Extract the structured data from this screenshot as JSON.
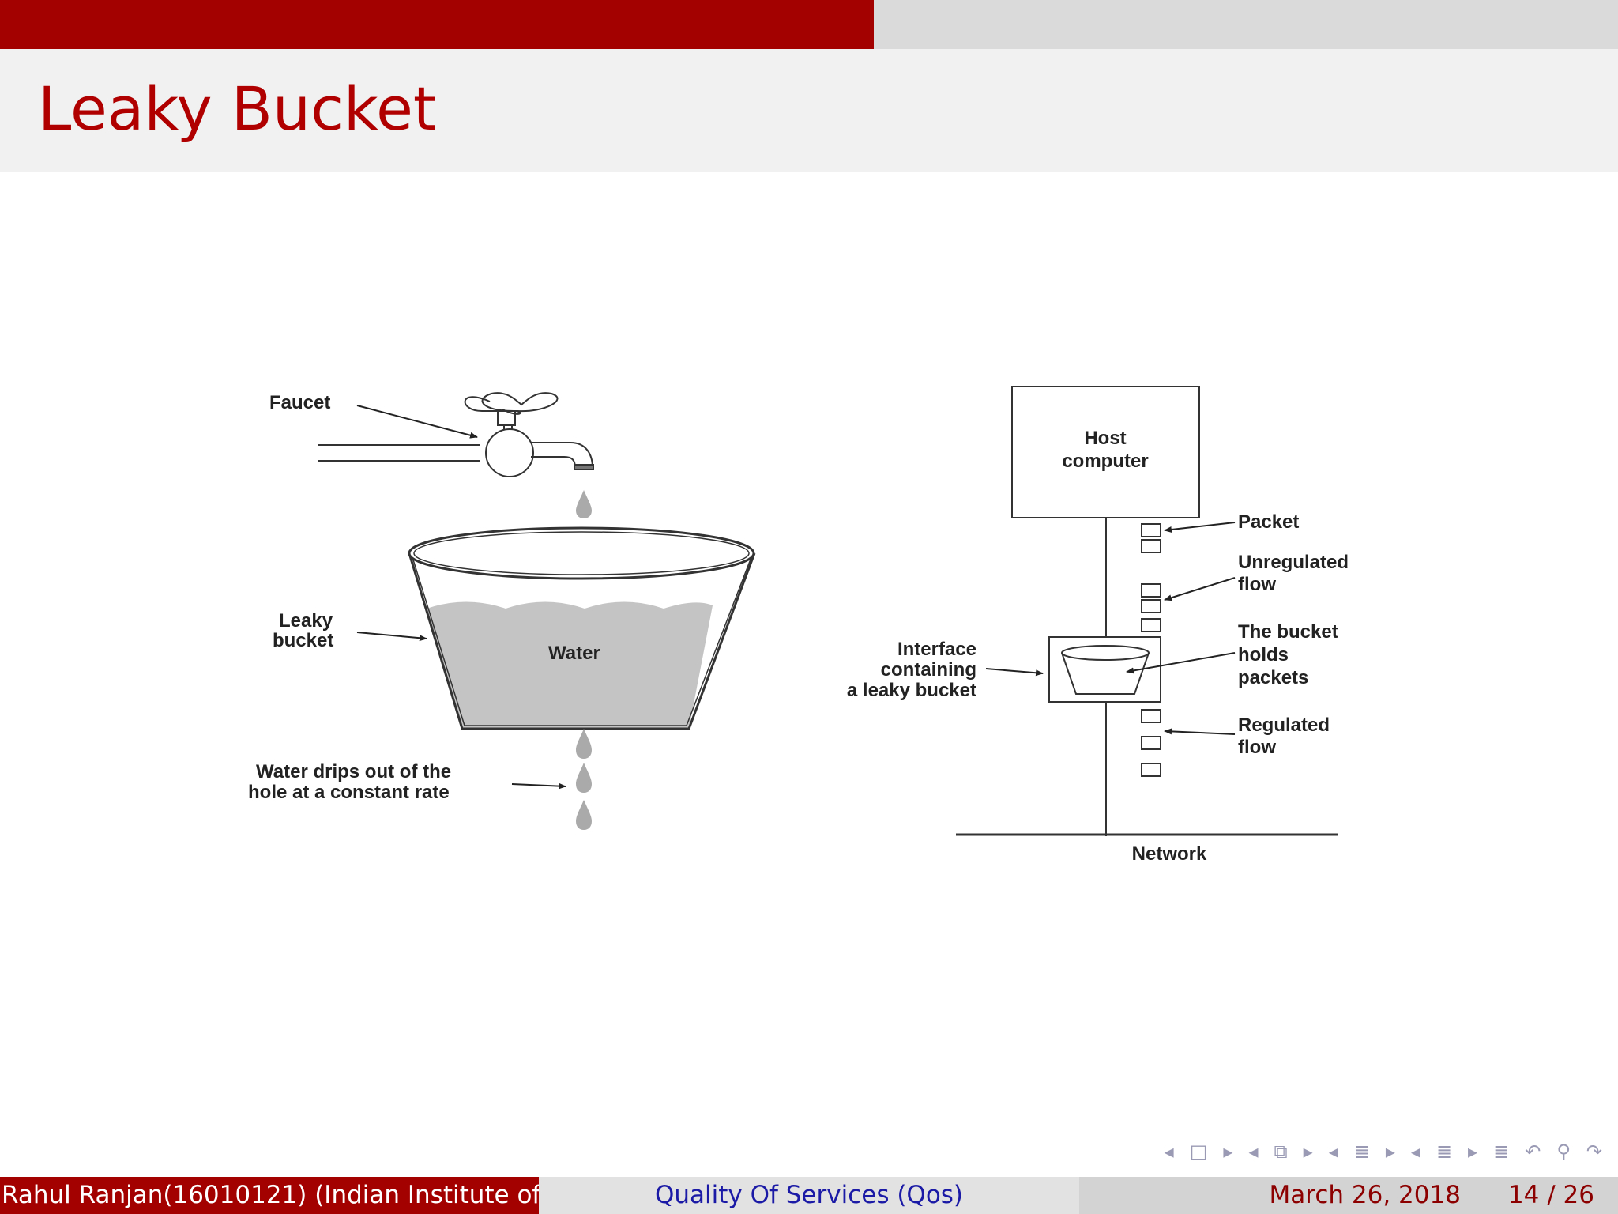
{
  "slide": {
    "title": "Leaky Bucket",
    "progress_fraction": 0.54
  },
  "diagram_left": {
    "faucet_label": "Faucet",
    "bucket_label_line1": "Leaky",
    "bucket_label_line2": "bucket",
    "water_label": "Water",
    "drips_label_line1": "Water drips out of the",
    "drips_label_line2": "hole at a constant rate"
  },
  "diagram_right": {
    "host_line1": "Host",
    "host_line2": "computer",
    "packet_label": "Packet",
    "unregulated_line1": "Unregulated",
    "unregulated_line2": "flow",
    "interface_line1": "Interface",
    "interface_line2": "containing",
    "interface_line3": "a leaky bucket",
    "holds_line1": "The bucket",
    "holds_line2": "holds",
    "holds_line3": "packets",
    "regulated_line1": "Regulated",
    "regulated_line2": "flow",
    "network_label": "Network"
  },
  "footer": {
    "author": "Rahul Ranjan(16010121) (Indian Institute of",
    "talk_title": "Quality Of Services (Qos)",
    "date": "March 26, 2018",
    "page": "14 / 26"
  },
  "colors": {
    "accent": "#a30000",
    "title_text": "#b00000",
    "footer_title_text": "#1a1aa6",
    "water_fill": "#c4c4c4"
  }
}
